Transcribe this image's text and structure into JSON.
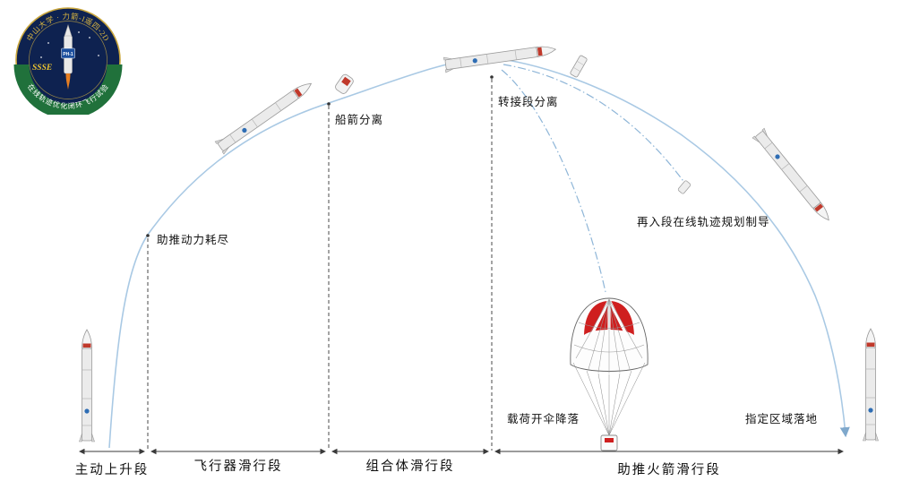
{
  "badge": {
    "arc_top_text": "中山大学 · 力箭-I遥四-2D",
    "ssse_text": "SSSE",
    "rocket_tag": "PH-1",
    "arc_bottom_text": "在线轨迹优化闭环飞行试验"
  },
  "annotations": {
    "booster_burnout": "助推动力耗尽",
    "vehicle_separation": "船箭分离",
    "adapter_separation": "转接段分离",
    "reentry_guidance": "再入段在线轨迹规划制导",
    "payload_parachute": "载荷开伞降落",
    "landing_zone": "指定区域落地"
  },
  "phases": [
    {
      "label": "主动上升段"
    },
    {
      "label": "飞行器滑行段"
    },
    {
      "label": "组合体滑行段"
    },
    {
      "label": "助推火箭滑行段"
    }
  ],
  "colors": {
    "trajectory": "#a9c9e4",
    "descent_dashdot": "#8fb6d8",
    "separator": "#4a4a4a",
    "parachute_red": "#cf1f1f",
    "rocket_body": "#ebebeb",
    "badge_green": "#20713b",
    "badge_navy": "#0e2250",
    "badge_gold": "#d9b540"
  }
}
